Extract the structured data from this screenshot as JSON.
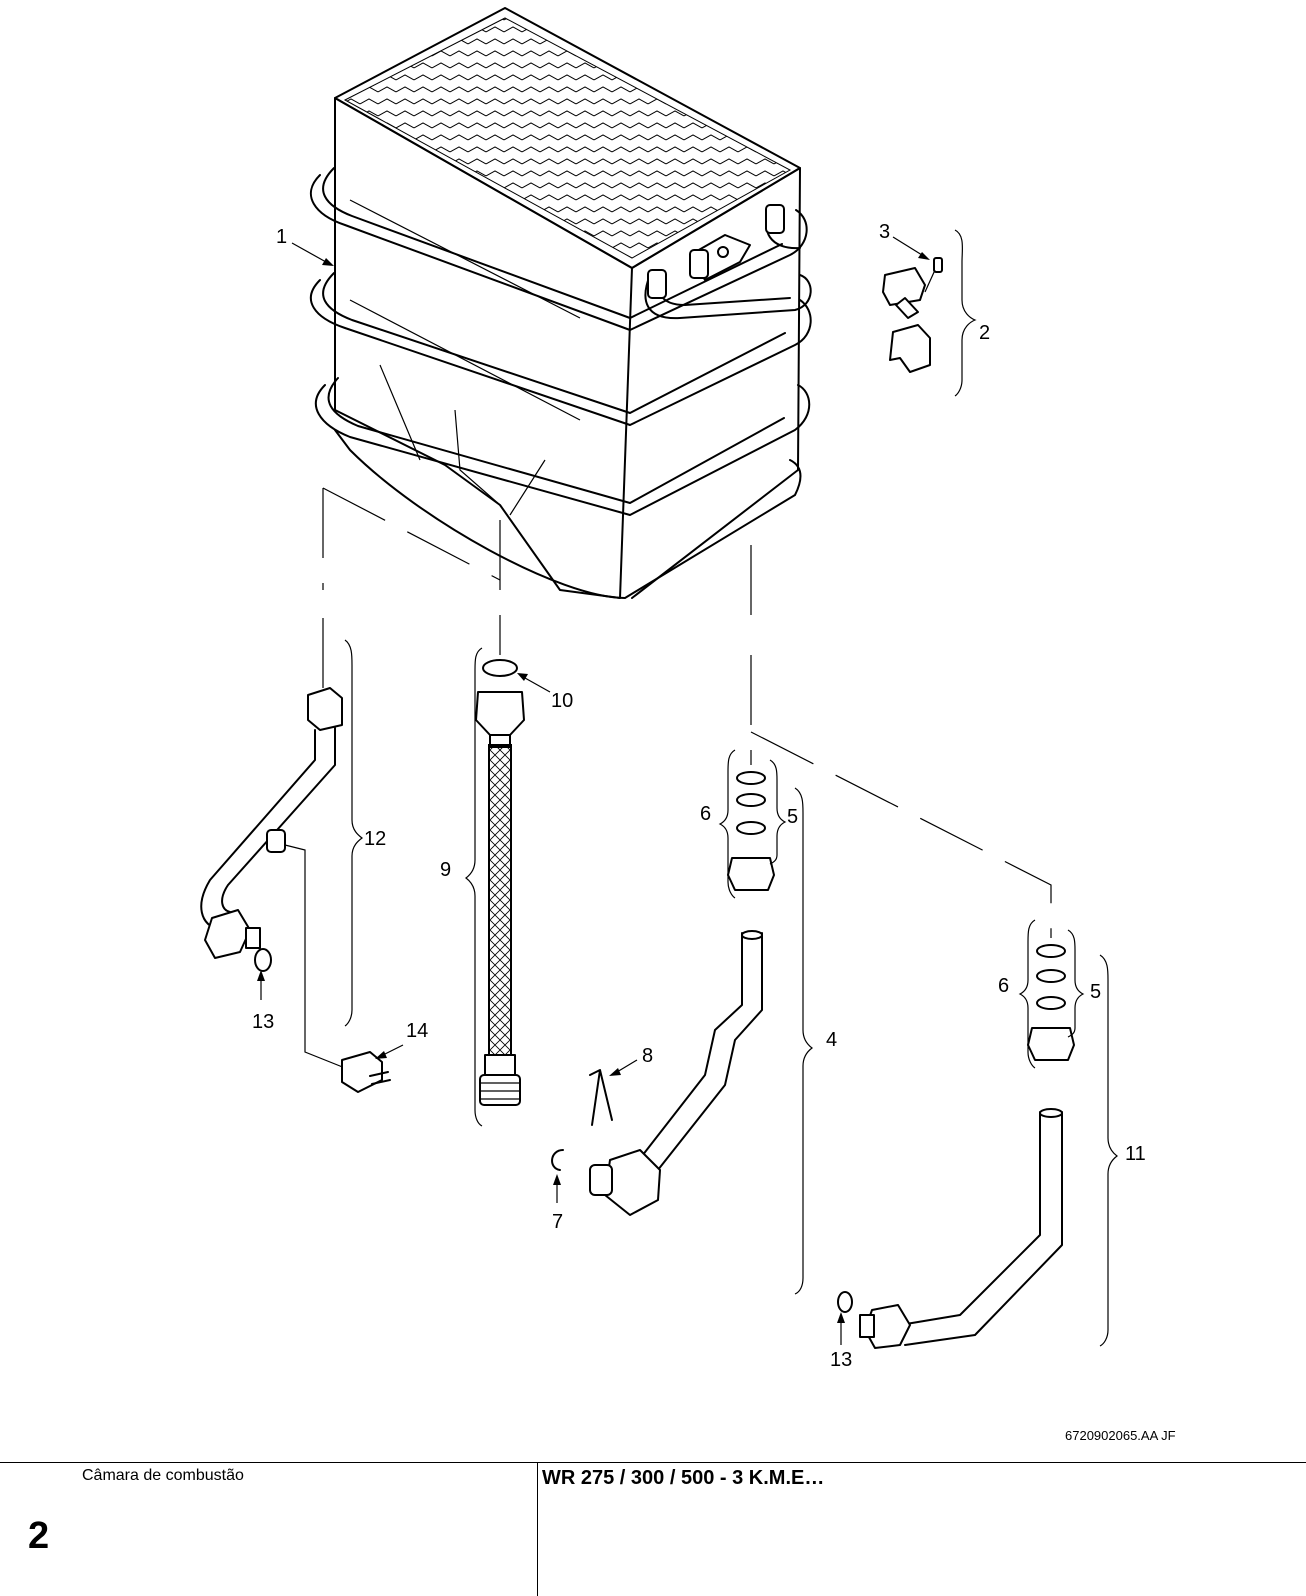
{
  "drawing": {
    "callouts": [
      {
        "id": "1",
        "text": "1"
      },
      {
        "id": "2",
        "text": "2"
      },
      {
        "id": "3",
        "text": "3"
      },
      {
        "id": "4",
        "text": "4"
      },
      {
        "id": "5a",
        "text": "5"
      },
      {
        "id": "5b",
        "text": "5"
      },
      {
        "id": "6a",
        "text": "6"
      },
      {
        "id": "6b",
        "text": "6"
      },
      {
        "id": "7",
        "text": "7"
      },
      {
        "id": "8",
        "text": "8"
      },
      {
        "id": "9",
        "text": "9"
      },
      {
        "id": "10",
        "text": "10"
      },
      {
        "id": "11",
        "text": "11"
      },
      {
        "id": "12",
        "text": "12"
      },
      {
        "id": "13a",
        "text": "13"
      },
      {
        "id": "13b",
        "text": "13"
      },
      {
        "id": "14",
        "text": "14"
      }
    ],
    "drawing_number": "6720902065.AA   JF"
  },
  "title_block": {
    "section_title": "Câmara de combustão",
    "page_number": "2",
    "model": "WR 275 / 300 / 500 - 3 K.M.E…"
  }
}
